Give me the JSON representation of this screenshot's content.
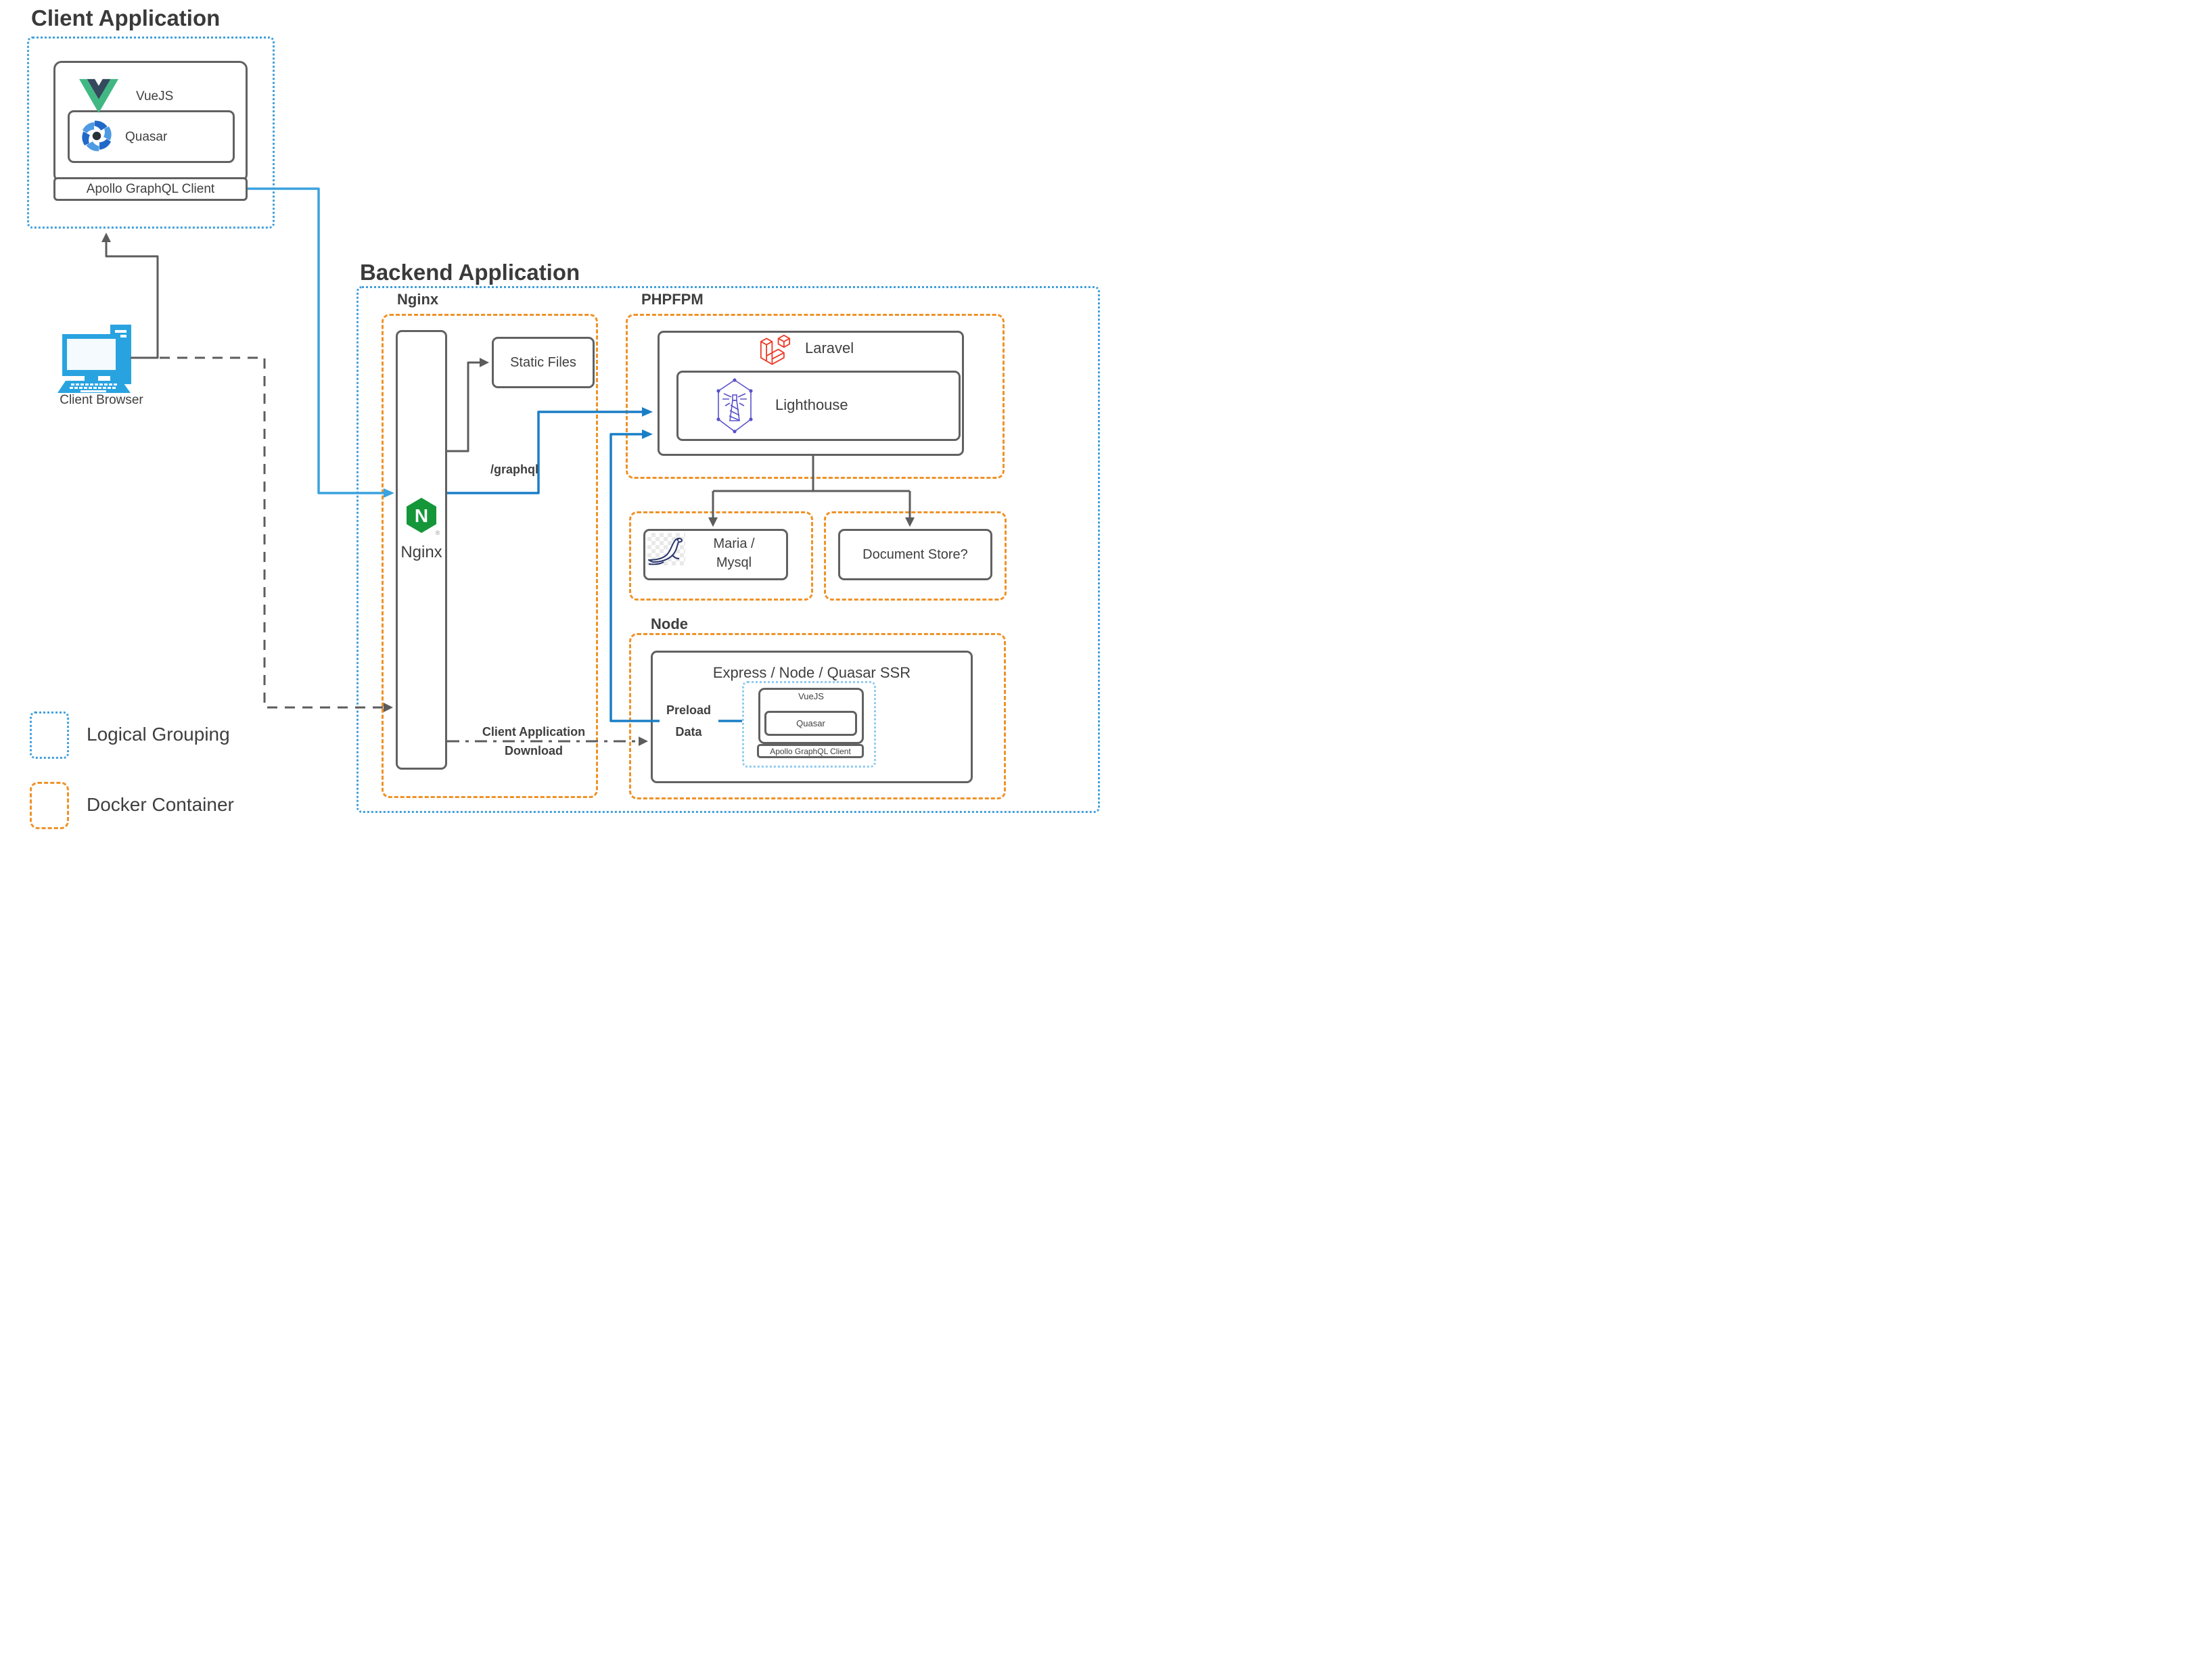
{
  "diagram": {
    "client": {
      "title": "Client Application",
      "vuejs": "VueJS",
      "quasar": "Quasar",
      "apollo": "Apollo GraphQL Client",
      "browser": "Client Browser"
    },
    "backend": {
      "title": "Backend Application",
      "nginx_group": "Nginx",
      "nginx_node": "Nginx",
      "nginx_reg": "®",
      "static_files": "Static Files",
      "phpfpm_group": "PHPFPM",
      "laravel": "Laravel",
      "lighthouse": "Lighthouse",
      "maria_line1": "Maria /",
      "maria_line2": "Mysql",
      "doc_store": "Document Store?",
      "node_group": "Node",
      "express": "Express / Node / Quasar SSR",
      "ssr_vuejs": "VueJS",
      "ssr_quasar": "Quasar",
      "ssr_apollo": "Apollo GraphQL Client"
    },
    "edges": {
      "graphql": "/graphql",
      "preload_line1": "Preload",
      "preload_line2": "Data",
      "download_line1": "Client Application",
      "download_line2": "Download"
    },
    "legend": {
      "logical": "Logical Grouping",
      "docker": "Docker Container"
    },
    "colors": {
      "logical_grouping_blue": "#41a0dc",
      "inner_grouping_blue": "#90cbee",
      "docker_orange": "#ef9227",
      "box_border_gray": "#616161",
      "text_gray": "#3f3f3f",
      "flow_blue_dark": "#1a7ec6",
      "flow_blue_light": "#3aa2de",
      "line_gray": "#5c5c5c",
      "nginx_green": "#149639",
      "laravel_red": "#ec3c2a",
      "lighthouse_purple": "#5a52cc",
      "vue_green": "#41b883",
      "vue_slate": "#35495e",
      "quasar_blue": "#2069c8",
      "browser_blue": "#29a3e0",
      "maria_navy": "#28356b"
    }
  }
}
